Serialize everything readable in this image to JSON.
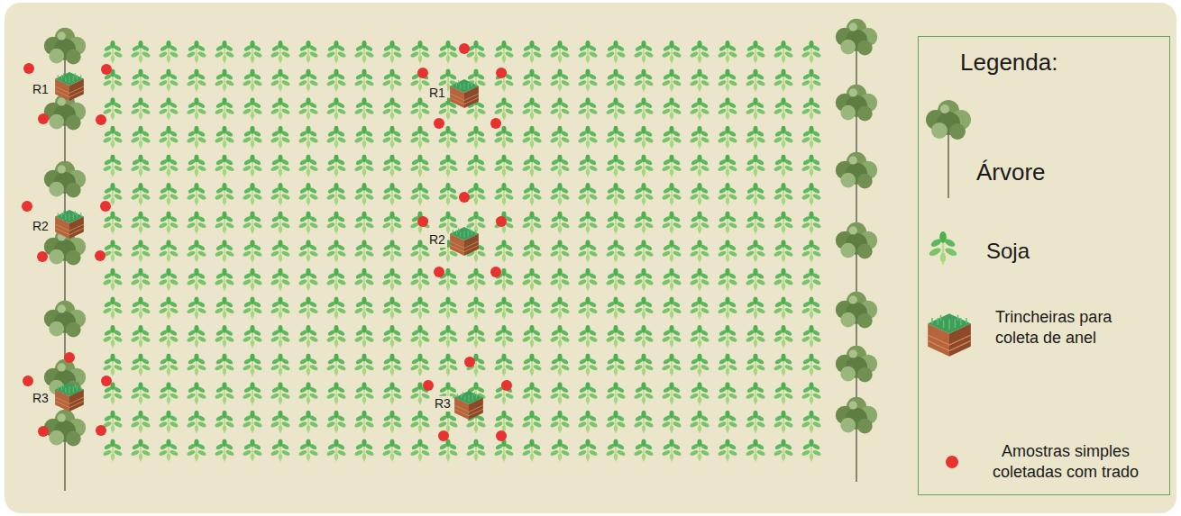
{
  "diagram": {
    "nodes": [
      {
        "text": [
          "Legenda:"
        ]
      }
    ],
    "labels": [
      "R1",
      "R2",
      "R3",
      "R1",
      "R2",
      "R3"
    ],
    "legend": [
      {
        "text": "Árvore"
      },
      {
        "text": "Soja"
      },
      {
        "text": "Trincheiras para coleta de anel"
      },
      {
        "text": "Amostras simples coletadas com trado",
        "color": "#e8322f"
      }
    ]
  }
}
